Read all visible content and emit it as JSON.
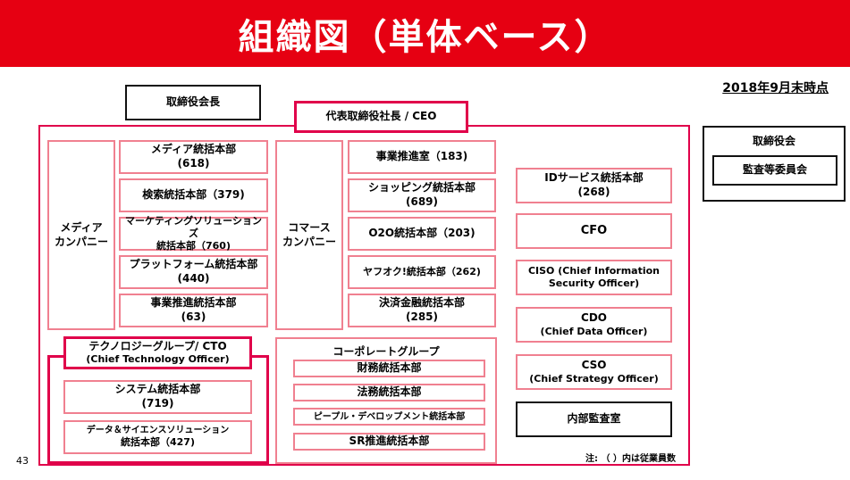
{
  "title": "組織図（単体ベース）",
  "as_of": "2018年9月末時点",
  "page_number": "43",
  "note": "注: （ ）内は従業員数",
  "chairman": "取締役会長",
  "ceo": "代表取締役社長 / CEO",
  "board": {
    "title": "取締役会",
    "committee": "監査等委員会"
  },
  "media": {
    "company": [
      "メディア",
      "カンパニー"
    ],
    "units": [
      {
        "name": "メディア統括本部",
        "count": "(618)"
      },
      {
        "name": "検索統括本部（379)",
        "count": ""
      },
      {
        "name": "マーケティングソリューションズ",
        "count": "統括本部（760)"
      },
      {
        "name": "プラットフォーム統括本部",
        "count": "(440)"
      },
      {
        "name": "事業推進統括本部",
        "count": "(63)"
      }
    ]
  },
  "commerce": {
    "company": [
      "コマース",
      "カンパニー"
    ],
    "units": [
      {
        "name": "事業推進室（183)",
        "count": ""
      },
      {
        "name": "ショッピング統括本部",
        "count": "(689)"
      },
      {
        "name": "O2O統括本部（203)",
        "count": ""
      },
      {
        "name": "ヤフオク!統括本部（262)",
        "count": ""
      },
      {
        "name": "決済金融統括本部",
        "count": "(285)"
      }
    ]
  },
  "technology": {
    "title": "テクノロジーグループ/ CTO",
    "subtitle": "(Chief Technology Officer)",
    "units": [
      {
        "name": "システム統括本部",
        "count": "(719)"
      },
      {
        "name": "データ＆サイエンスソリューション",
        "count": "統括本部（427)"
      }
    ]
  },
  "corporate": {
    "title": "コーポレートグループ",
    "units": [
      "財務統括本部",
      "法務統括本部",
      "ピープル・デベロップメント統括本部",
      "SR推進統括本部"
    ]
  },
  "right_units": [
    {
      "name": "IDサービス統括本部",
      "sub": "(268)"
    },
    {
      "name": "CFO",
      "sub": ""
    },
    {
      "name": "CISO (Chief Information",
      "sub": "Security Officer)"
    },
    {
      "name": "CDO",
      "sub": "(Chief Data Officer)"
    },
    {
      "name": "CSO",
      "sub": "(Chief Strategy Officer)"
    }
  ],
  "audit": "内部監査室"
}
